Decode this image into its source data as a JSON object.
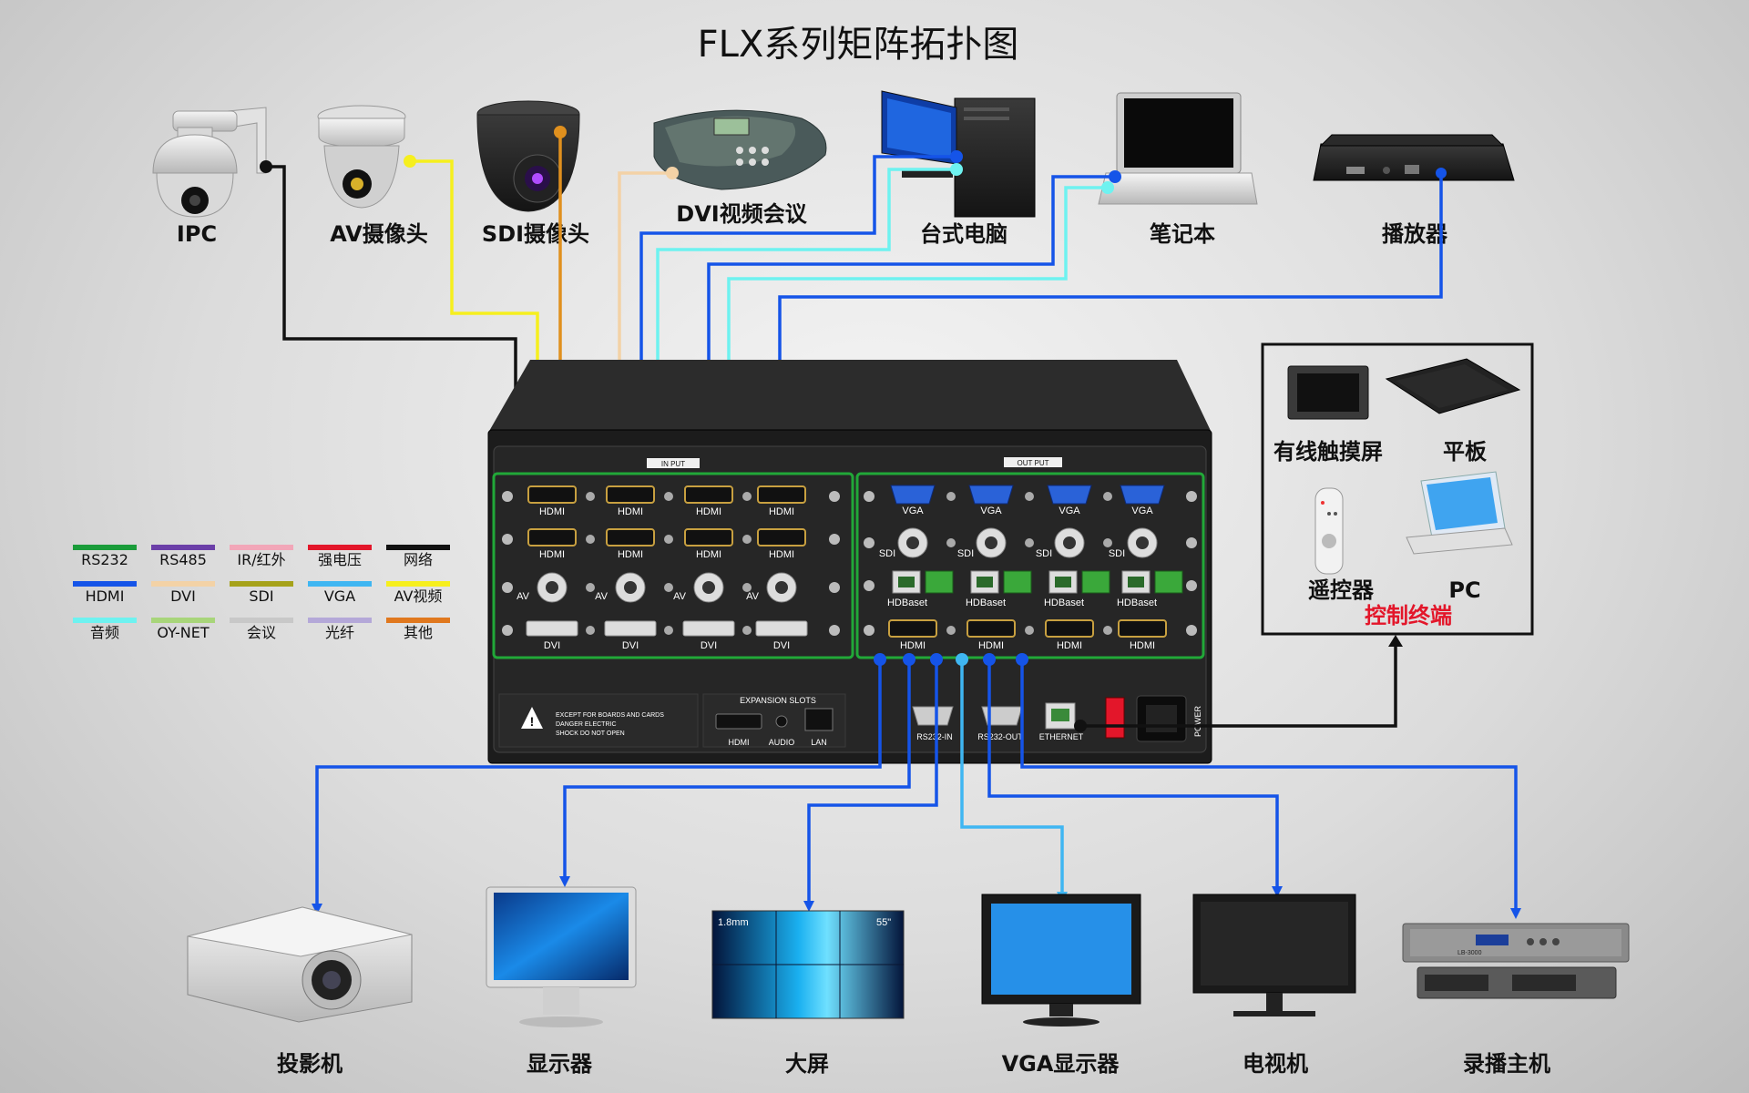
{
  "title": "FLX系列矩阵拓扑图",
  "sources": {
    "ipc": "IPC",
    "av_camera": "AV摄像头",
    "sdi_camera": "SDI摄像头",
    "dvi_conf": "DVI视频会议",
    "desktop": "台式电脑",
    "laptop": "笔记本",
    "player": "播放器"
  },
  "control": {
    "wired_touch": "有线触摸屏",
    "tablet": "平板",
    "remote": "遥控器",
    "pc": "PC",
    "caption": "控制终端"
  },
  "outputs": {
    "projector": "投影机",
    "monitor": "显示器",
    "big_screen": "大屏",
    "vga_monitor": "VGA显示器",
    "tv": "电视机",
    "recorder": "录播主机"
  },
  "legend": [
    {
      "label": "RS232",
      "color": "#1a9c3a"
    },
    {
      "label": "RS485",
      "color": "#6b3fa8"
    },
    {
      "label": "IR/红外",
      "color": "#f2a6b8"
    },
    {
      "label": "强电压",
      "color": "#e3162a"
    },
    {
      "label": "网络",
      "color": "#111111"
    },
    {
      "label": "HDMI",
      "color": "#1554e8"
    },
    {
      "label": "DVI",
      "color": "#f3d2a6"
    },
    {
      "label": "SDI",
      "color": "#a6a21a"
    },
    {
      "label": "VGA",
      "color": "#3fb6f2"
    },
    {
      "label": "AV视频",
      "color": "#f6ef1e"
    },
    {
      "label": "音频",
      "color": "#6ef2f0"
    },
    {
      "label": "OY-NET",
      "color": "#a8d57a"
    },
    {
      "label": "会议",
      "color": "#c8c8c8"
    },
    {
      "label": "光纤",
      "color": "#b4a8d8"
    },
    {
      "label": "其他",
      "color": "#e0781e"
    }
  ],
  "device": {
    "input_label": "IN PUT",
    "output_label": "OUT PUT",
    "hdmi": "HDMI",
    "av": "AV",
    "dvi": "DVI",
    "vga": "VGA",
    "sdi": "SDI",
    "hdbaset": "HDBaset",
    "warning": [
      "EXCEPT FOR BOARDS AND CARDS",
      "DANGER ELECTRIC",
      "SHOCK DO NOT OPEN"
    ],
    "expansion": "EXPANSION SLOTS",
    "audio": "AUDIO",
    "lan": "LAN",
    "rs232_in": "RS232-IN",
    "rs232_out": "RS232-OUT",
    "ethernet": "ETHERNET",
    "power": "POWER"
  },
  "screen_text": {
    "wall_left": "1.8mm",
    "wall_right": "55\""
  },
  "recorder_text": "LB-3000"
}
